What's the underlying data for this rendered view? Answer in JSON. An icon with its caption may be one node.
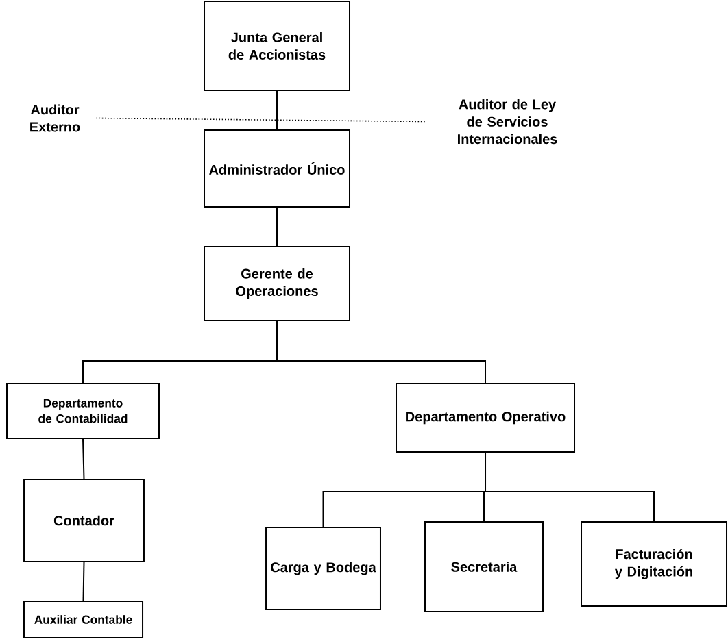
{
  "diagram": {
    "nodes": [
      {
        "text": [
          "Junta General de Accionistas"
        ]
      },
      {
        "text": [
          "Administrador Único"
        ]
      },
      {
        "text": [
          "Gerente de Operaciones"
        ]
      },
      {
        "text": [
          "Departamento de Contabilidad"
        ]
      },
      {
        "text": [
          "Departamento Operativo"
        ]
      },
      {
        "text": [
          "Contador"
        ]
      },
      {
        "text": [
          "Auxiliar Contable"
        ]
      },
      {
        "text": [
          "Carga y Bodega"
        ]
      },
      {
        "text": [
          "Secretaria"
        ]
      },
      {
        "text": [
          "Facturación y Digitación"
        ]
      },
      {
        "text": [
          "Auditor Externo"
        ]
      },
      {
        "text": [
          "Auditor de Ley de Servicios Internacionales"
        ]
      }
    ],
    "edges": [
      {
        "from": 0,
        "to": 1,
        "arrow": "none"
      },
      {
        "from": 10,
        "to": 11,
        "arrow": "none",
        "style": "dashed"
      },
      {
        "from": 1,
        "to": 2,
        "arrow": "none"
      },
      {
        "from": 2,
        "to": 3,
        "arrow": "none"
      },
      {
        "from": 2,
        "to": 4,
        "arrow": "none"
      },
      {
        "from": 3,
        "to": 5,
        "arrow": "none"
      },
      {
        "from": 5,
        "to": 6,
        "arrow": "none"
      },
      {
        "from": 4,
        "to": 7,
        "arrow": "none"
      },
      {
        "from": 4,
        "to": 8,
        "arrow": "none"
      },
      {
        "from": 4,
        "to": 9,
        "arrow": "none"
      }
    ]
  }
}
